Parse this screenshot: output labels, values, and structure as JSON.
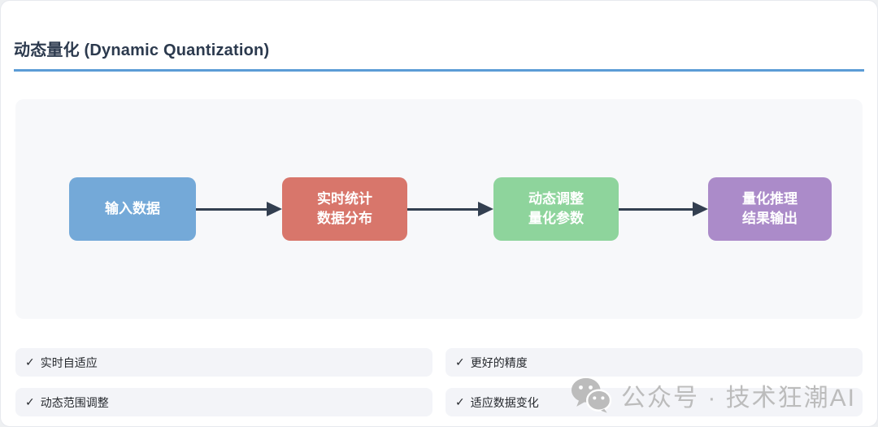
{
  "header": {
    "title": "动态量化 (Dynamic Quantization)",
    "underline_color": "#5b9cd6"
  },
  "flow": {
    "nodes": [
      {
        "label": "输入数据",
        "color": "#74a9d8"
      },
      {
        "label": [
          "实时统计",
          "数据分布"
        ],
        "color": "#d8766b"
      },
      {
        "label": [
          "动态调整",
          "量化参数"
        ],
        "color": "#8ed49c"
      },
      {
        "label": [
          "量化推理",
          "结果输出"
        ],
        "color": "#ab8bc9"
      }
    ],
    "arrow_color": "#333f50"
  },
  "features": [
    {
      "check": "✓",
      "label": "实时自适应"
    },
    {
      "check": "✓",
      "label": "更好的精度"
    },
    {
      "check": "✓",
      "label": "动态范围调整"
    },
    {
      "check": "✓",
      "label": "适应数据变化"
    }
  ],
  "watermark": {
    "icon": "wechat-icon",
    "text": "公众号 · 技术狂潮AI",
    "color": "#bcbcbc"
  },
  "colors": {
    "panel_bg": "#f7f8fa",
    "row_bg": "#f3f4f8",
    "title": "#2c3a4e"
  }
}
